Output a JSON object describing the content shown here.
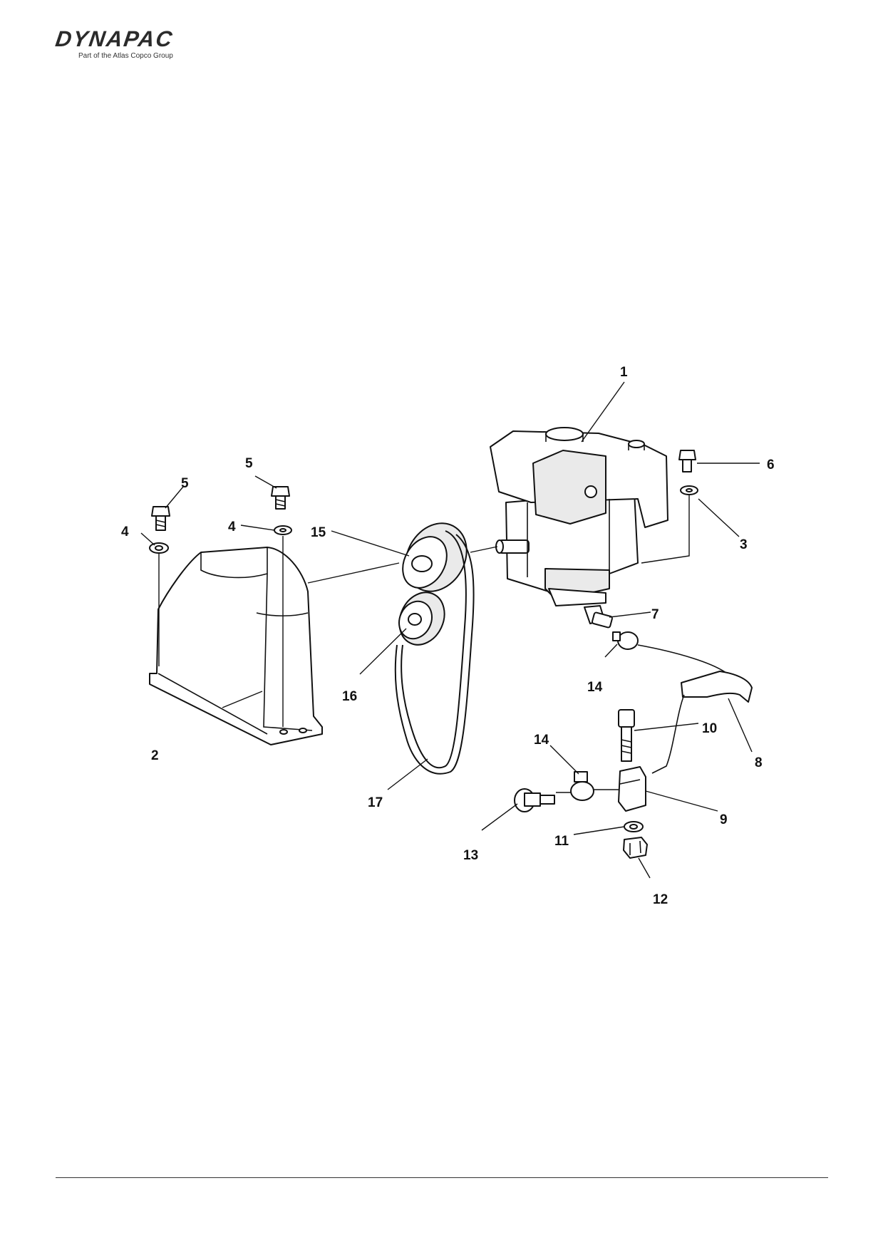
{
  "brand": {
    "name": "DYNAPAC",
    "tagline": "Part of the Atlas Copco Group"
  },
  "callouts": [
    {
      "id": "1",
      "label": "1"
    },
    {
      "id": "2",
      "label": "2"
    },
    {
      "id": "3",
      "label": "3"
    },
    {
      "id": "4a",
      "label": "4"
    },
    {
      "id": "4b",
      "label": "4"
    },
    {
      "id": "5a",
      "label": "5"
    },
    {
      "id": "5b",
      "label": "5"
    },
    {
      "id": "6",
      "label": "6"
    },
    {
      "id": "7",
      "label": "7"
    },
    {
      "id": "8",
      "label": "8"
    },
    {
      "id": "9",
      "label": "9"
    },
    {
      "id": "10",
      "label": "10"
    },
    {
      "id": "11",
      "label": "11"
    },
    {
      "id": "12",
      "label": "12"
    },
    {
      "id": "13",
      "label": "13"
    },
    {
      "id": "14a",
      "label": "14"
    },
    {
      "id": "14b",
      "label": "14"
    },
    {
      "id": "15",
      "label": "15"
    },
    {
      "id": "16",
      "label": "16"
    },
    {
      "id": "17",
      "label": "17"
    }
  ]
}
